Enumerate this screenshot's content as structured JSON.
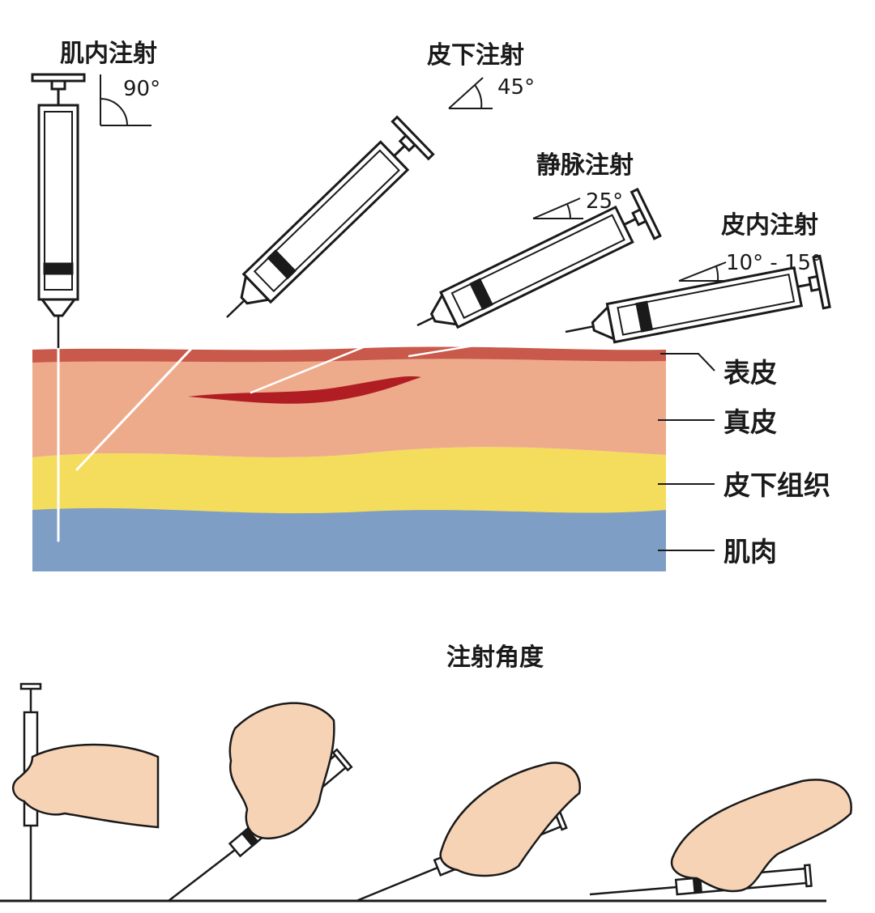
{
  "injections": [
    {
      "name": "肌内注射",
      "angle": "90°"
    },
    {
      "name": "皮下注射",
      "angle": "45°"
    },
    {
      "name": "静脉注射",
      "angle": "25°"
    },
    {
      "name": "皮内注射",
      "angle": "10° - 15°"
    }
  ],
  "layers": [
    {
      "name": "表皮",
      "color": "#c9594a"
    },
    {
      "name": "真皮",
      "color": "#eeab8c"
    },
    {
      "name": "皮下组织",
      "color": "#f4dc5c"
    },
    {
      "name": "肌肉",
      "color": "#7f9ec5"
    }
  ],
  "vein_color": "#b01e24",
  "hand_color": "#f7d3b6",
  "bottom_title": "注射角度"
}
